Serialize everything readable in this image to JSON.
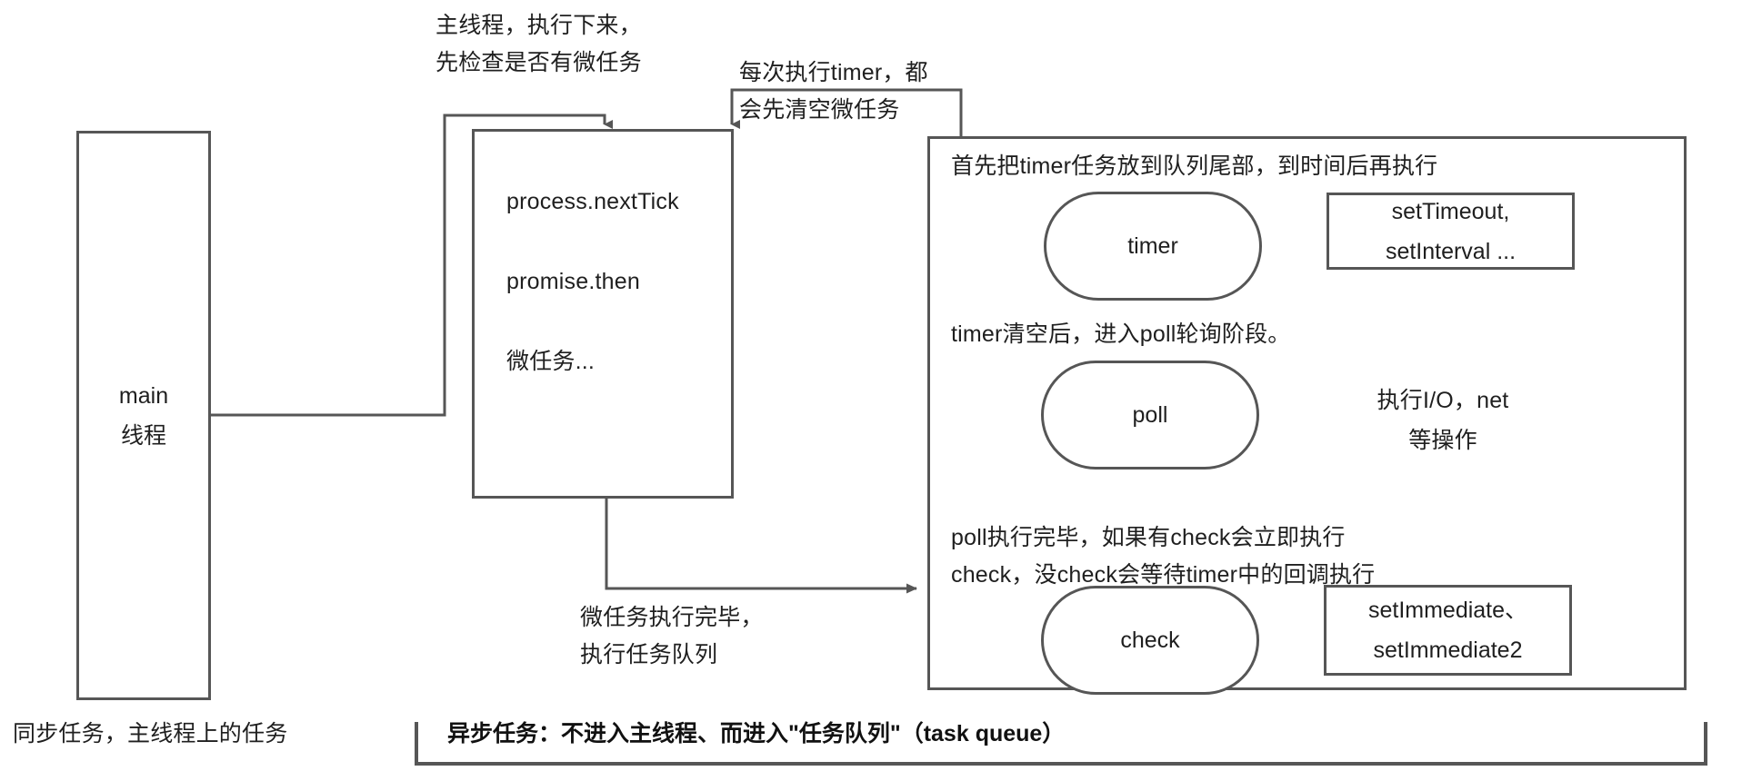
{
  "diagram": {
    "title_none": "",
    "main_thread_box": {
      "label": "main\n线程"
    },
    "microtask_box": {
      "lines": "process.nextTick\n\npromise.then\n\n微任务..."
    },
    "annotations": {
      "main_thread_note": "主线程，执行下来，\n先检查是否有微任务",
      "timer_note": "每次执行timer，都\n会先清空微任务",
      "microtask_done_note": "微任务执行完毕，\n执行任务队列",
      "timer_queue_note": "首先把timer任务放到队列尾部，到时间后再执行",
      "poll_note": "timer清空后，进入poll轮询阶段。",
      "check_note": "poll执行完毕，如果有check会立即执行\ncheck，没check会等待timer中的回调执行"
    },
    "phases": [
      {
        "name": "timer",
        "label": "timer"
      },
      {
        "name": "poll",
        "label": "poll"
      },
      {
        "name": "check",
        "label": "check"
      }
    ],
    "side_boxes": {
      "timer_apis": "setTimeout,\nsetInterval ...",
      "poll_ops": "执行I/O，net\n等操作",
      "check_apis": "setImmediate、\nsetImmediate2"
    },
    "footer": {
      "sync_label": "同步任务，主线程上的任务",
      "async_label": "异步任务：不进入主线程、而进入\"任务队列\"（task queue）"
    },
    "colors": {
      "stroke": "#565656",
      "text": "#1f1f1f",
      "background": "#ffffff"
    }
  }
}
